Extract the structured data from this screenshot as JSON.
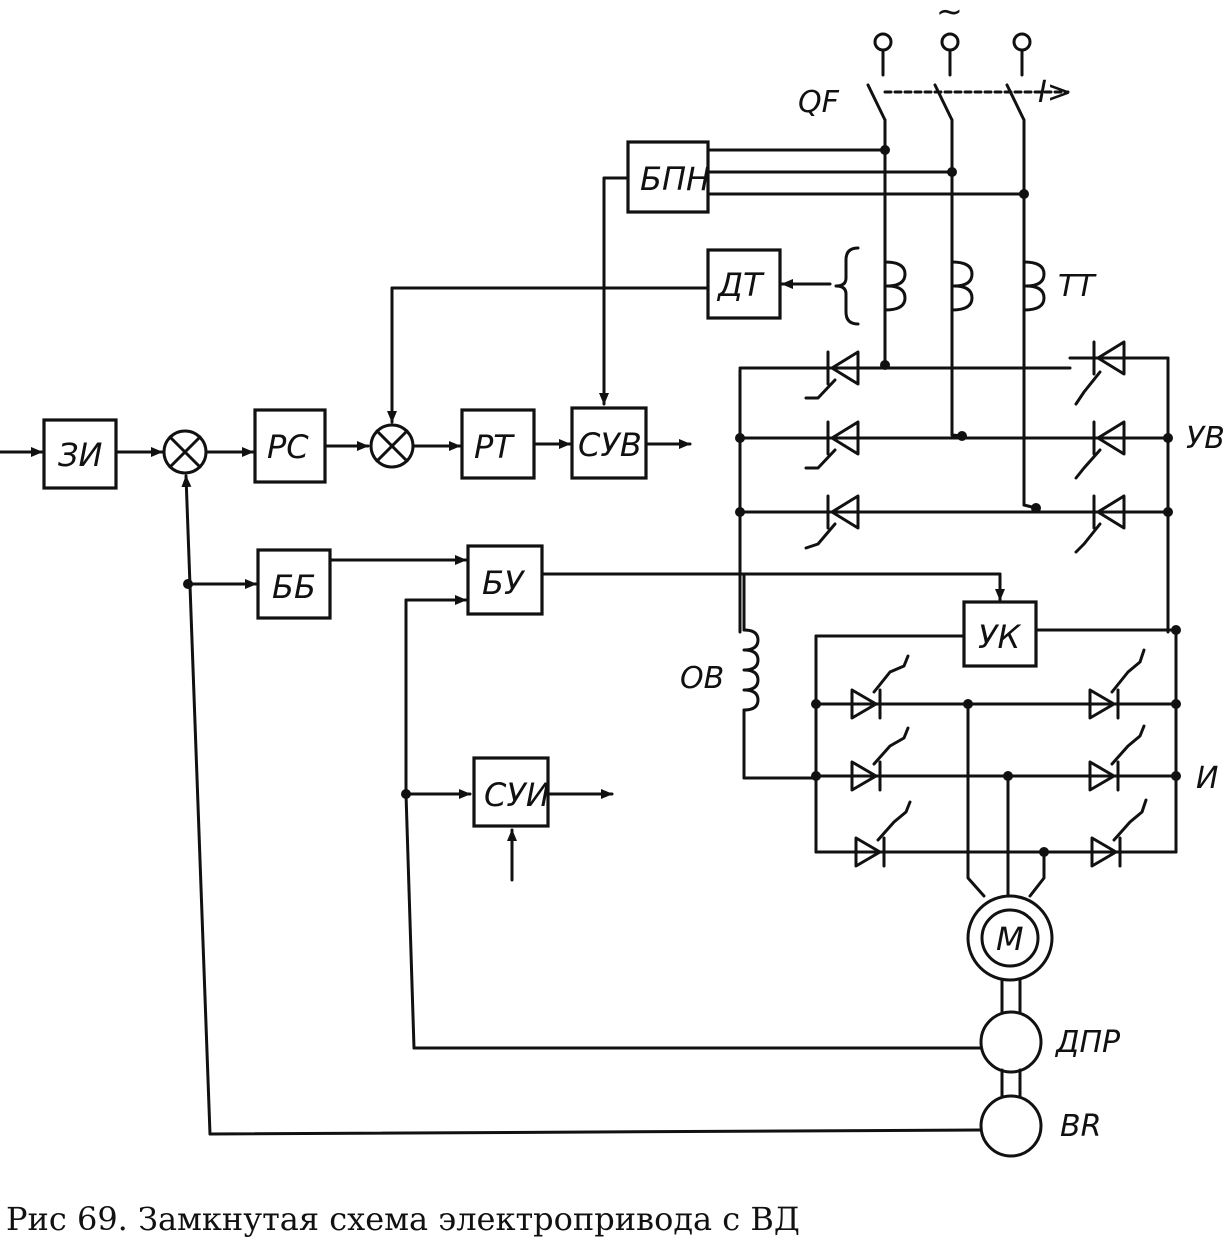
{
  "figure": {
    "caption": "Рис  69. Замкнутая схема электропривода с ВД",
    "supply_symbol": "~",
    "overcurrent_label": "I>",
    "blocks": {
      "zi": "ЗИ",
      "rs": "РС",
      "rt": "РТ",
      "suv": "СУВ",
      "bpn": "БПН",
      "dt": "ДТ",
      "bb": "ББ",
      "bu": "БУ",
      "uk": "УК",
      "sui": "СУИ"
    },
    "components": {
      "breaker": "QF",
      "current_transformers": "ТТ",
      "rectifier": "УВ",
      "inverter": "И",
      "field_winding": "ОВ",
      "motor": "М",
      "position_sensor": "ДПР",
      "tacho": "BR"
    }
  }
}
